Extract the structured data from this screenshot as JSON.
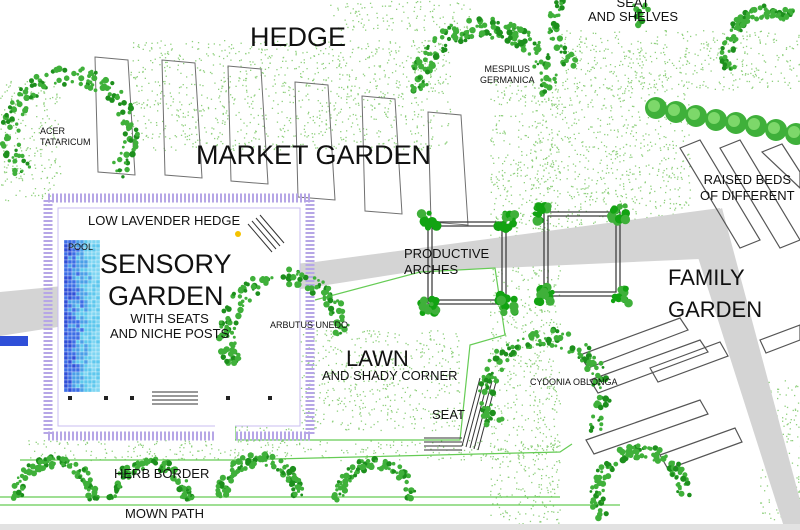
{
  "colors": {
    "path": "#d4d4d4",
    "tree": "#3fb03a",
    "tree_dark": "#1d8f1d",
    "stipple": "#8fd07d",
    "pool_light": "#5ec8ee",
    "pool_dark": "#2f4fd8",
    "lavender": "#b6a6e6",
    "outline": "#333333",
    "bed_line": "#707070"
  },
  "icons": [
    "tree-canopy-icon",
    "bench-icon",
    "pool-tiles-icon",
    "niche-post-icon"
  ],
  "labels": {
    "hedge": "HEDGE",
    "market_garden": "MARKET GARDEN",
    "seat_shelves": "SEAT\nAND SHELVES",
    "mespilus": "MESPILUS\nGERMANICA",
    "acer": "ACER\nTATARICUM",
    "raised_beds": "RAISED BEDS\nOF DIFFERENT",
    "low_lavender": "LOW LAVENDER HEDGE",
    "pool": "POOL",
    "sensory_title": "SENSORY\nGARDEN",
    "sensory_sub": "WITH SEATS\nAND NICHE POSTS",
    "arbutus": "ARBUTUS UNEDO",
    "productive_arches": "PRODUCTIVE\nARCHES",
    "family_garden": "FAMILY\nGARDEN",
    "lawn": "LAWN",
    "lawn_sub": "AND SHADY CORNER",
    "cydonia": "CYDONIA OBLONGA",
    "seat": "SEAT",
    "herb_border": "HERB BORDER",
    "mown_path": "MOWN PATH"
  }
}
